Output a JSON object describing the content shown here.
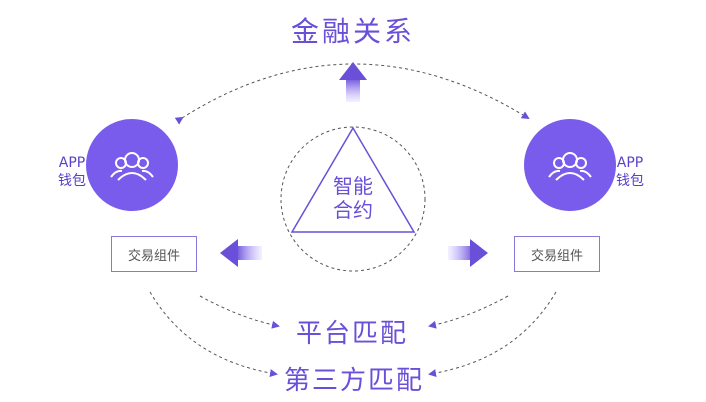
{
  "title": "金融关系",
  "left_app": {
    "line1": "APP",
    "line2": "钱包",
    "component": "交易组件"
  },
  "right_app": {
    "line1": "APP",
    "line2": "钱包",
    "component": "交易组件"
  },
  "center": {
    "line1": "智能",
    "line2": "合约"
  },
  "bottom": {
    "platform": "平台匹配",
    "third_party": "第三方匹配"
  },
  "colors": {
    "accent": "#6a4fd8",
    "circle": "#7a5cec",
    "dash": "#555555"
  },
  "icons": {
    "users": "users-icon"
  }
}
